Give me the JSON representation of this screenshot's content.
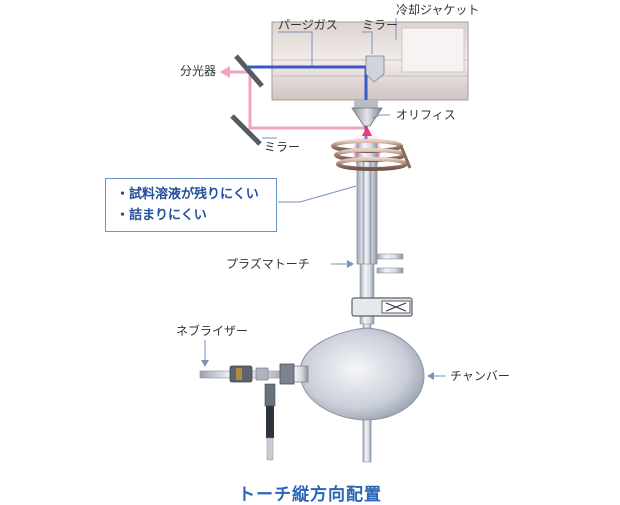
{
  "labels": {
    "cooling_jacket": "冷却ジャケット",
    "purge_gas": "パージガス",
    "mirror_top": "ミラー",
    "spectrometer": "分光器",
    "orifice": "オリフィス",
    "mirror_left": "ミラー",
    "torch": "プラズマトーチ",
    "nebulizer": "ネブライザー",
    "chamber": "チャンバー"
  },
  "callout": {
    "items": [
      "試料溶液が残りにくい",
      "詰まりにくい"
    ]
  },
  "caption": "トーチ縦方向配置",
  "colors": {
    "beam_blue": "#3a58c8",
    "beam_pink": "#f0a4bc",
    "accent_blue": "#2a66b8"
  }
}
